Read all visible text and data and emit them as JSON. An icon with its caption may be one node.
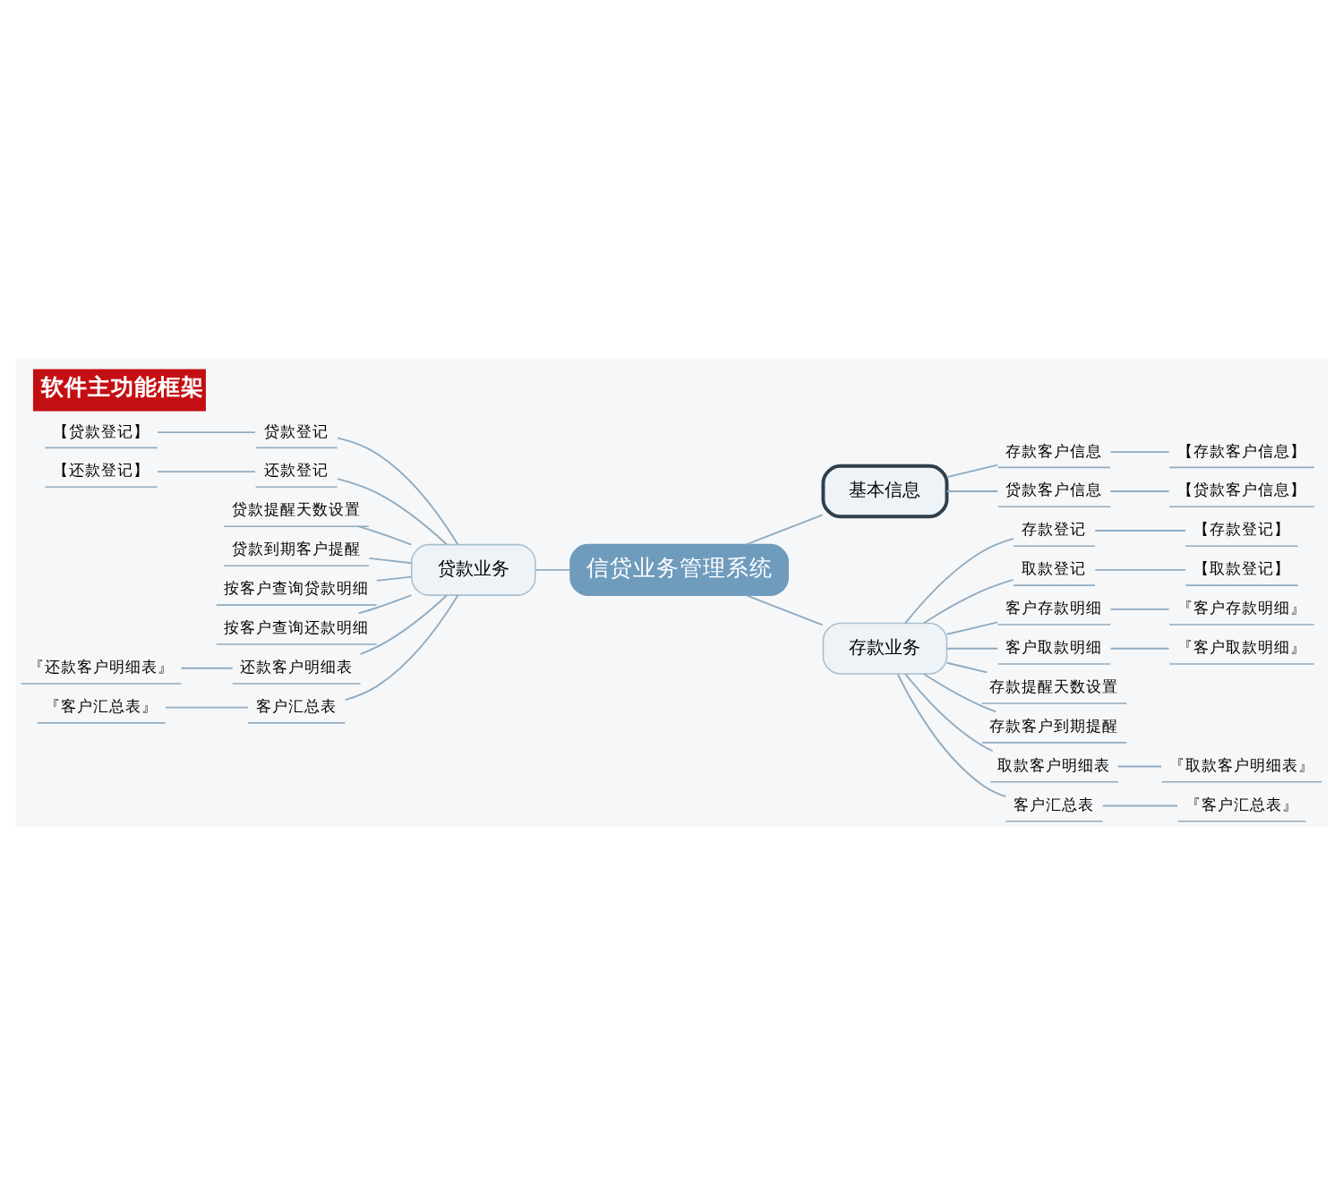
{
  "diagram": {
    "title": "软件主功能框架",
    "nodes": [
      {
        "text": [
          "信贷业务管理系统"
        ]
      },
      {
        "text": [
          "贷款业务"
        ]
      },
      {
        "text": [
          "贷款登记"
        ]
      },
      {
        "text": [
          "【贷款登记】"
        ]
      },
      {
        "text": [
          "还款登记"
        ]
      },
      {
        "text": [
          "【还款登记】"
        ]
      },
      {
        "text": [
          "贷款提醒天数设置"
        ]
      },
      {
        "text": [
          "贷款到期客户提醒"
        ]
      },
      {
        "text": [
          "按客户查询贷款明细"
        ]
      },
      {
        "text": [
          "按客户查询还款明细"
        ]
      },
      {
        "text": [
          "还款客户明细表"
        ]
      },
      {
        "text": [
          "『还款客户明细表』"
        ]
      },
      {
        "text": [
          "客户汇总表"
        ]
      },
      {
        "text": [
          "『客户汇总表』"
        ]
      },
      {
        "text": [
          "基本信息"
        ]
      },
      {
        "text": [
          "存款客户信息"
        ]
      },
      {
        "text": [
          "【存款客户信息】"
        ]
      },
      {
        "text": [
          "贷款客户信息"
        ]
      },
      {
        "text": [
          "【贷款客户信息】"
        ]
      },
      {
        "text": [
          "存款业务"
        ]
      },
      {
        "text": [
          "存款登记"
        ]
      },
      {
        "text": [
          "【存款登记】"
        ]
      },
      {
        "text": [
          "取款登记"
        ]
      },
      {
        "text": [
          "【取款登记】"
        ]
      },
      {
        "text": [
          "客户存款明细"
        ]
      },
      {
        "text": [
          "『客户存款明细』"
        ]
      },
      {
        "text": [
          "客户取款明细"
        ]
      },
      {
        "text": [
          "『客户取款明细』"
        ]
      },
      {
        "text": [
          "存款提醒天数设置"
        ]
      },
      {
        "text": [
          "存款客户到期提醒"
        ]
      },
      {
        "text": [
          "取款客户明细表"
        ]
      },
      {
        "text": [
          "『取款客户明细表』"
        ]
      },
      {
        "text": [
          "客户汇总表"
        ]
      },
      {
        "text": [
          "『客户汇总表』"
        ]
      }
    ],
    "edges": [
      {
        "from": 0,
        "to": 1,
        "arrow": "none"
      },
      {
        "from": 1,
        "to": 2,
        "arrow": "none"
      },
      {
        "from": 2,
        "to": 3,
        "arrow": "none"
      },
      {
        "from": 1,
        "to": 4,
        "arrow": "none"
      },
      {
        "from": 4,
        "to": 5,
        "arrow": "none"
      },
      {
        "from": 1,
        "to": 6,
        "arrow": "none"
      },
      {
        "from": 1,
        "to": 7,
        "arrow": "none"
      },
      {
        "from": 1,
        "to": 8,
        "arrow": "none"
      },
      {
        "from": 1,
        "to": 9,
        "arrow": "none"
      },
      {
        "from": 1,
        "to": 10,
        "arrow": "none"
      },
      {
        "from": 10,
        "to": 11,
        "arrow": "none"
      },
      {
        "from": 1,
        "to": 12,
        "arrow": "none"
      },
      {
        "from": 12,
        "to": 13,
        "arrow": "none"
      },
      {
        "from": 0,
        "to": 14,
        "arrow": "none"
      },
      {
        "from": 14,
        "to": 15,
        "arrow": "none"
      },
      {
        "from": 15,
        "to": 16,
        "arrow": "none"
      },
      {
        "from": 14,
        "to": 17,
        "arrow": "none"
      },
      {
        "from": 17,
        "to": 18,
        "arrow": "none"
      },
      {
        "from": 0,
        "to": 19,
        "arrow": "none"
      },
      {
        "from": 19,
        "to": 20,
        "arrow": "none"
      },
      {
        "from": 20,
        "to": 21,
        "arrow": "none"
      },
      {
        "from": 19,
        "to": 22,
        "arrow": "none"
      },
      {
        "from": 22,
        "to": 23,
        "arrow": "none"
      },
      {
        "from": 19,
        "to": 24,
        "arrow": "none"
      },
      {
        "from": 24,
        "to": 25,
        "arrow": "none"
      },
      {
        "from": 19,
        "to": 26,
        "arrow": "none"
      },
      {
        "from": 26,
        "to": 27,
        "arrow": "none"
      },
      {
        "from": 19,
        "to": 28,
        "arrow": "none"
      },
      {
        "from": 19,
        "to": 29,
        "arrow": "none"
      },
      {
        "from": 19,
        "to": 30,
        "arrow": "none"
      },
      {
        "from": 30,
        "to": 31,
        "arrow": "none"
      },
      {
        "from": 19,
        "to": 32,
        "arrow": "none"
      },
      {
        "from": 32,
        "to": 33,
        "arrow": "none"
      }
    ]
  }
}
